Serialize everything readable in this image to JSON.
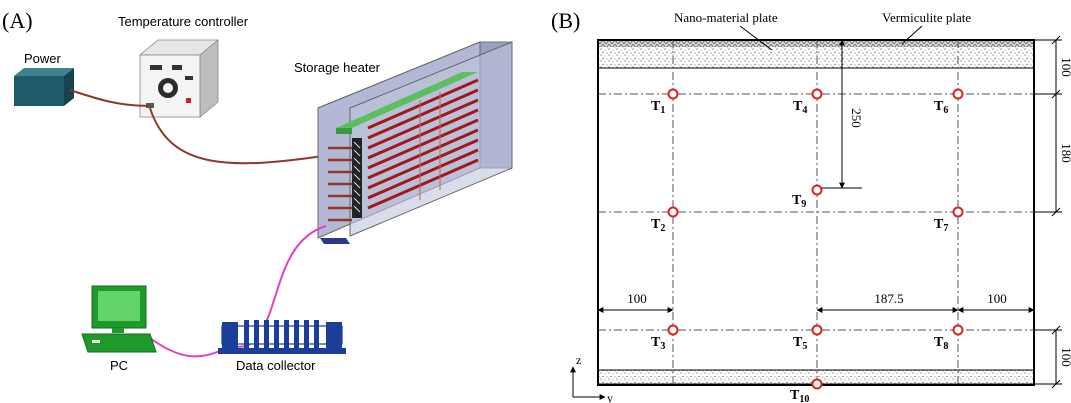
{
  "panel_a": {
    "label": "(A)",
    "power_label": "Power",
    "controller_label": "Temperature controller",
    "heater_label": "Storage heater",
    "pc_label": "PC",
    "collector_label": "Data collector"
  },
  "panel_b": {
    "label": "(B)",
    "nano_plate_label": "Nano-material plate",
    "vermiculite_label": "Vermiculite plate",
    "dimensions": {
      "top_offset": "100",
      "t9_depth": "250",
      "row_spacing": "180",
      "left_offset": "100",
      "center_spacing": "187.5",
      "right_offset": "100",
      "bottom_offset": "100"
    },
    "sensors": [
      {
        "base": "T",
        "sub": "1"
      },
      {
        "base": "T",
        "sub": "4"
      },
      {
        "base": "T",
        "sub": "6"
      },
      {
        "base": "T",
        "sub": "9"
      },
      {
        "base": "T",
        "sub": "2"
      },
      {
        "base": "T",
        "sub": "7"
      },
      {
        "base": "T",
        "sub": "3"
      },
      {
        "base": "T",
        "sub": "5"
      },
      {
        "base": "T",
        "sub": "8"
      },
      {
        "base": "T",
        "sub": "10"
      }
    ],
    "axis_z": "z",
    "axis_y": "y"
  },
  "colors": {
    "sensor_ring": "#e02020",
    "cable_brown": "#8b3a2a",
    "cable_pink": "#e040c8",
    "power_box": "#1f5a6a",
    "pc_green": "#1f9a2a",
    "collector_blue": "#1a3e9a",
    "heater_red": "#a01818",
    "heater_green": "#4caf50"
  }
}
